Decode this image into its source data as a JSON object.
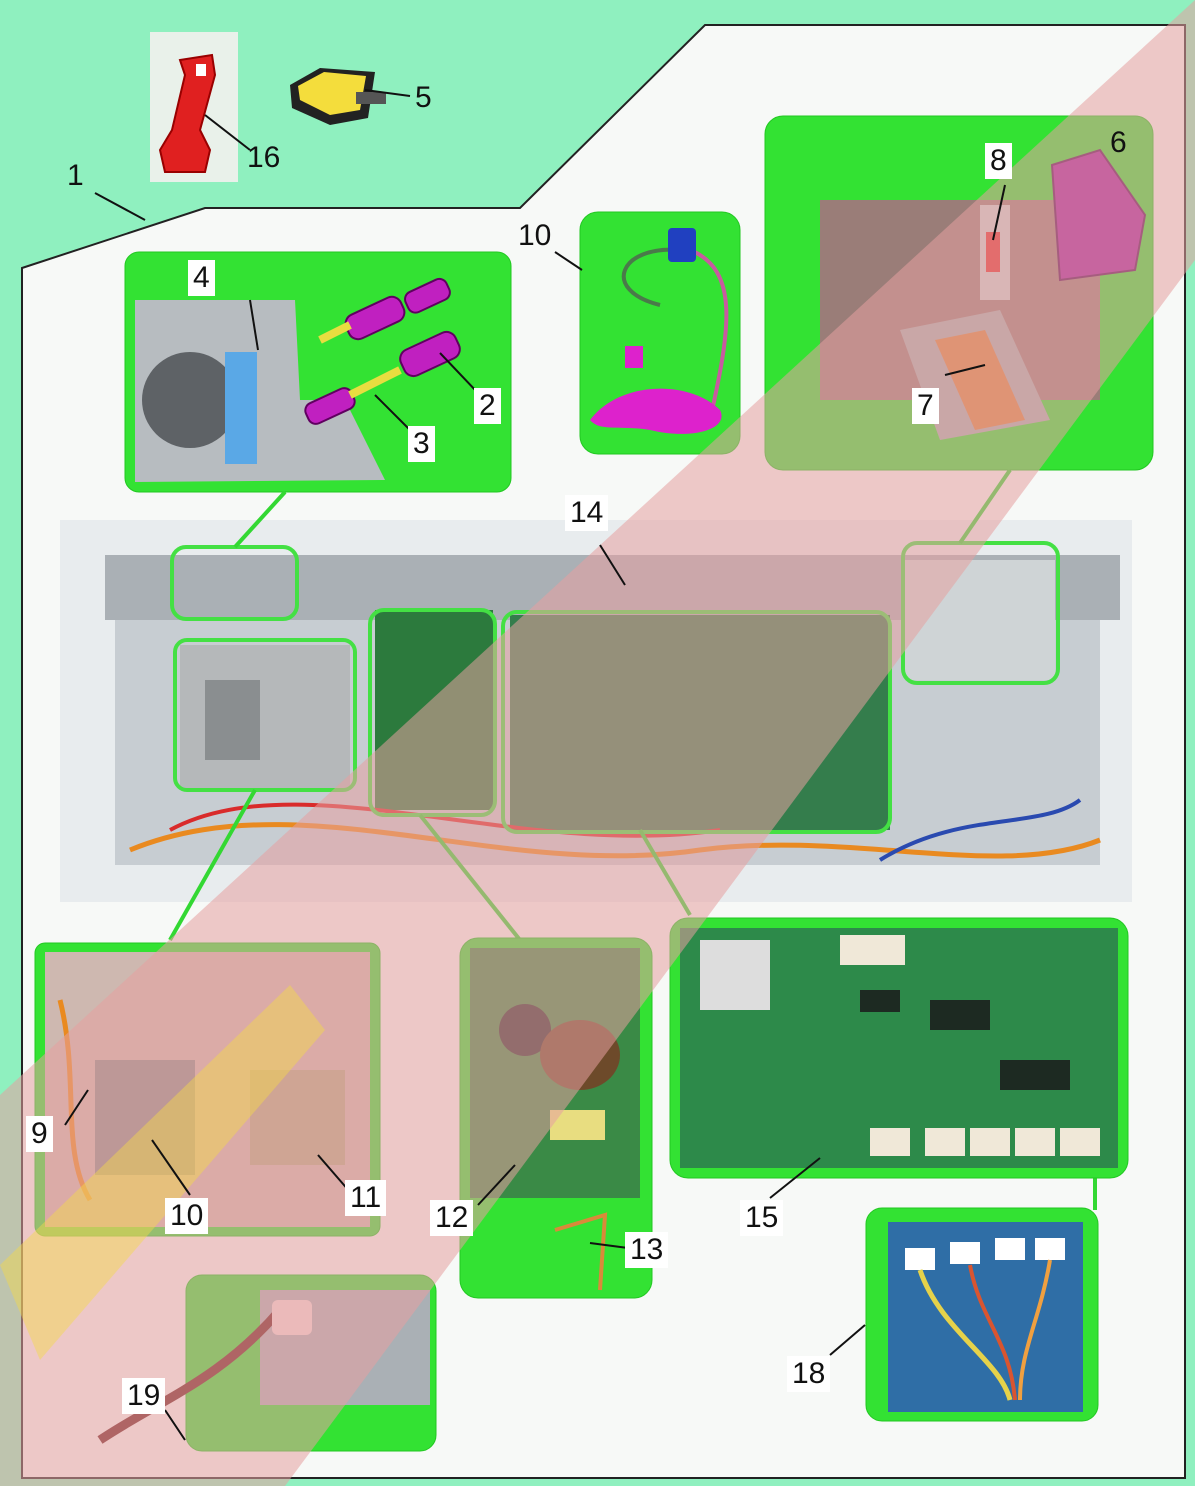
{
  "colors": {
    "background": "#8ff0bf",
    "sheet": "#f7f9f7",
    "panel_green": "#33e233",
    "highlight_green": "#44e044",
    "watermark_red": "#e6a0a0",
    "housing_gray": "#b9bec2",
    "board_green": "#2e8a4a"
  },
  "callouts": {
    "c1": "1",
    "c2": "2",
    "c3": "3",
    "c4": "4",
    "c5": "5",
    "c6": "6",
    "c7": "7",
    "c8": "8",
    "c9": "9",
    "c10a": "10",
    "c10b": "10",
    "c11": "11",
    "c12": "12",
    "c13": "13",
    "c14": "14",
    "c15": "15",
    "c16": "16",
    "c18": "18",
    "c19": "19"
  }
}
